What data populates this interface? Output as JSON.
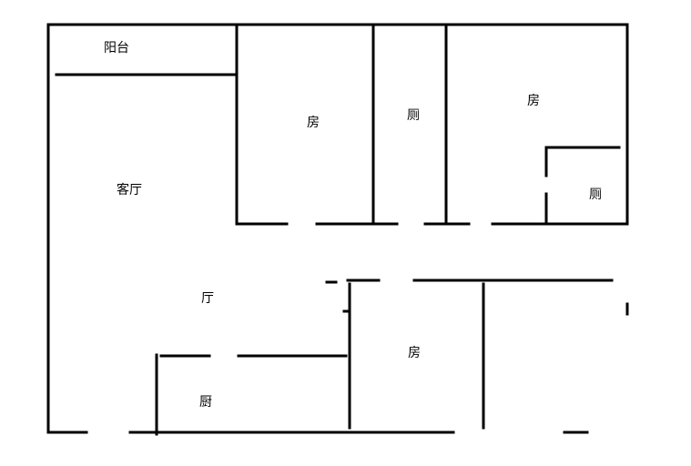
{
  "rooms": {
    "balcony": "阳台",
    "living_room": "客厅",
    "bedroom_1": "房",
    "toilet_1": "厕",
    "bedroom_2": "房",
    "toilet_2": "厕",
    "hall": "厅",
    "bedroom_3": "房",
    "kitchen": "厨"
  },
  "colors": {
    "wall": "#000000",
    "background": "#ffffff"
  }
}
